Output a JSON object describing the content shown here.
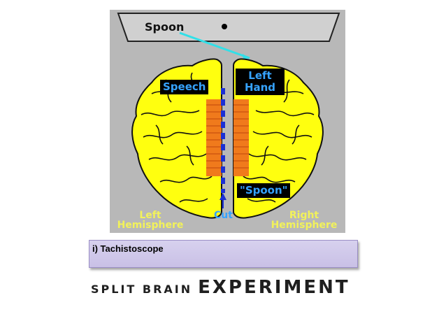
{
  "diagram": {
    "screen_word": "Spoon",
    "speech_label": "Speech",
    "left_hand_label": "Left Hand",
    "spoon_quote_label": "\"Spoon\"",
    "cut_label": "Cut",
    "left_hemisphere_label": "Left Hemisphere",
    "right_hemisphere_label": "Right Hemisphere"
  },
  "caption": "i) Tachistoscope",
  "title": {
    "prefix": "SPLIT BRAIN",
    "main": "EXPERIMENT"
  },
  "colors": {
    "figure_bg": "#b8b8b8",
    "brain_fill": "#ffff0f",
    "label_text": "#36a3ff",
    "hemisphere_label": "#f2f25a",
    "visual_path": "#31e0e8",
    "cut_line": "#1a2fd6",
    "corpus_callosum": "#f07a1c",
    "caption_bg": "#d3cdec"
  }
}
